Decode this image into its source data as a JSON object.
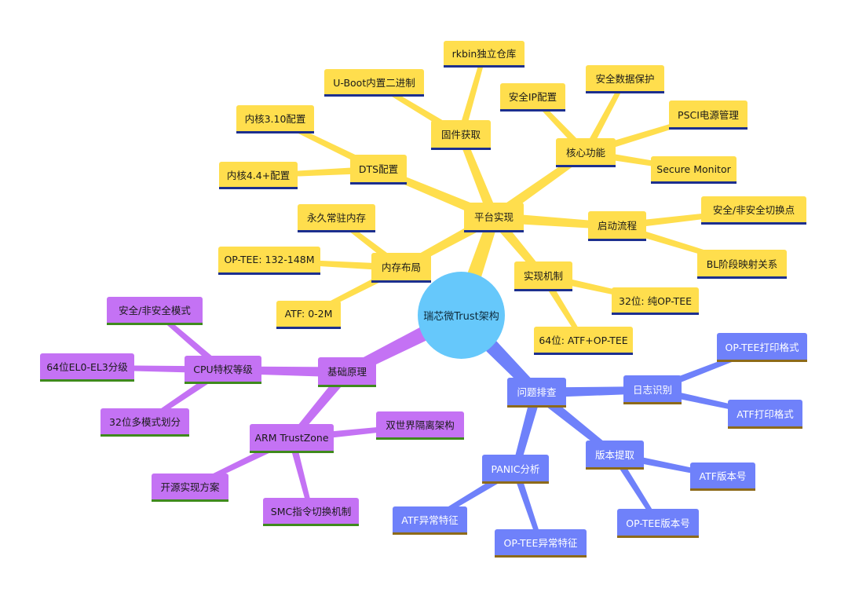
{
  "root": {
    "label": "瑞芯微Trust架构",
    "color": "#66c8fb"
  },
  "colors": {
    "yellow": "#ffde4d",
    "purple": "#c472f4",
    "blue": "#6f81fa"
  },
  "branches": {
    "platform": {
      "label": "平台实现",
      "children": {
        "firmware": {
          "label": "固件获取",
          "children": [
            "rkbin独立仓库",
            "U-Boot内置二进制"
          ]
        },
        "dts": {
          "label": "DTS配置",
          "children": [
            "内核3.10配置",
            "内核4.4+配置"
          ]
        },
        "memory": {
          "label": "内存布局",
          "children": [
            "永久常驻内存",
            "OP-TEE: 132-148M",
            "ATF: 0-2M"
          ]
        },
        "core": {
          "label": "核心功能",
          "children": [
            "安全IP配置",
            "安全数据保护",
            "PSCI电源管理",
            "Secure Monitor"
          ]
        },
        "boot": {
          "label": "启动流程",
          "children": [
            "安全/非安全切换点",
            "BL阶段映射关系"
          ]
        },
        "impl": {
          "label": "实现机制",
          "children": [
            "32位: 纯OP-TEE",
            "64位: ATF+OP-TEE"
          ]
        }
      }
    },
    "basics": {
      "label": "基础原理",
      "children": {
        "cpu": {
          "label": "CPU特权等级",
          "children": [
            "安全/非安全模式",
            "64位EL0-EL3分级",
            "32位多模式划分"
          ]
        },
        "trustzone": {
          "label": "ARM TrustZone",
          "children": [
            "双世界隔离架构",
            "开源实现方案",
            "SMC指令切换机制"
          ]
        }
      }
    },
    "debug": {
      "label": "问题排查",
      "children": {
        "log": {
          "label": "日志识别",
          "children": [
            "OP-TEE打印格式",
            "ATF打印格式"
          ]
        },
        "version": {
          "label": "版本提取",
          "children": [
            "ATF版本号",
            "OP-TEE版本号"
          ]
        },
        "panic": {
          "label": "PANIC分析",
          "children": [
            "ATF异常特征",
            "OP-TEE异常特征"
          ]
        }
      }
    }
  }
}
